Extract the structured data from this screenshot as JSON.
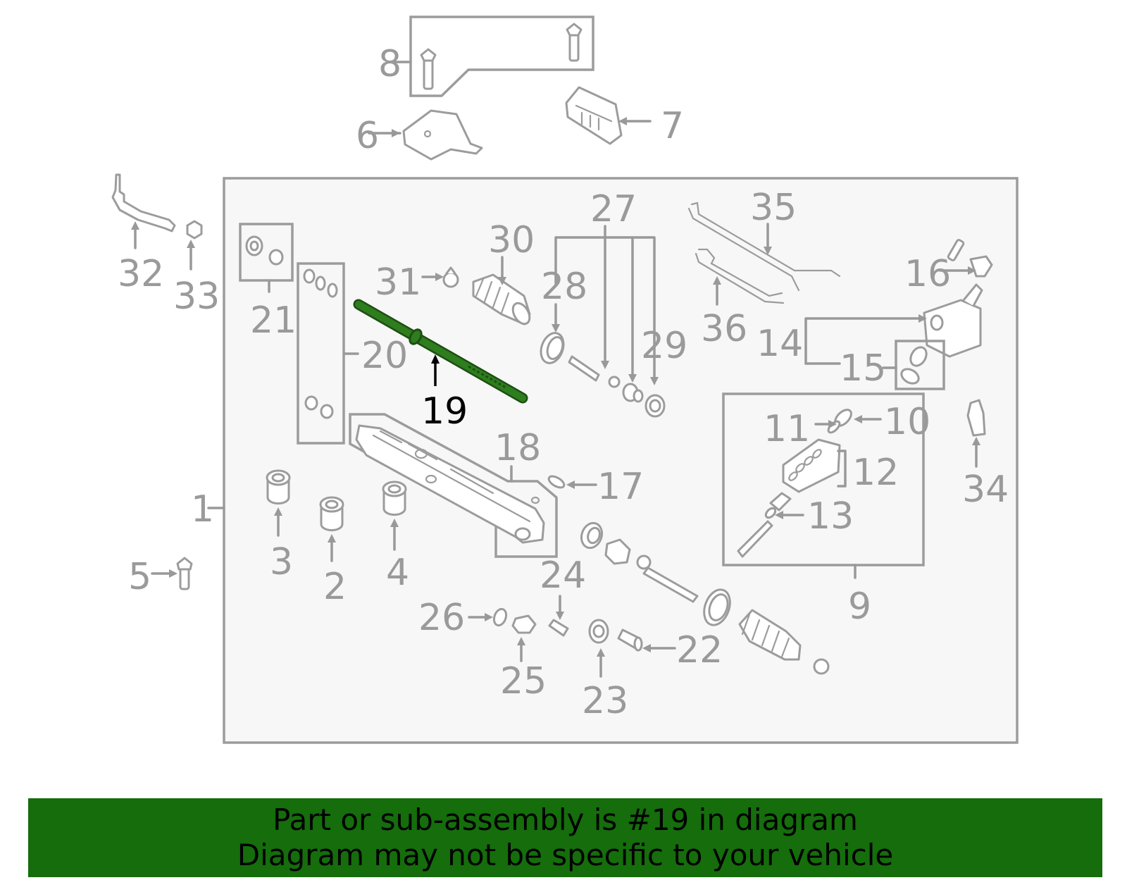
{
  "diagram": {
    "highlighted_part": "19",
    "highlight_color": "#2e7d1e",
    "labels": [
      "1",
      "2",
      "3",
      "4",
      "5",
      "6",
      "7",
      "8",
      "9",
      "10",
      "11",
      "12",
      "13",
      "14",
      "15",
      "16",
      "17",
      "18",
      "19",
      "20",
      "21",
      "22",
      "23",
      "24",
      "25",
      "26",
      "27",
      "28",
      "29",
      "30",
      "31",
      "32",
      "33",
      "34",
      "35",
      "36"
    ]
  },
  "banner": {
    "line1": "Part or sub-assembly is #19 in diagram",
    "line2": "Diagram may not be specific to your vehicle",
    "background": "#156d0c"
  }
}
